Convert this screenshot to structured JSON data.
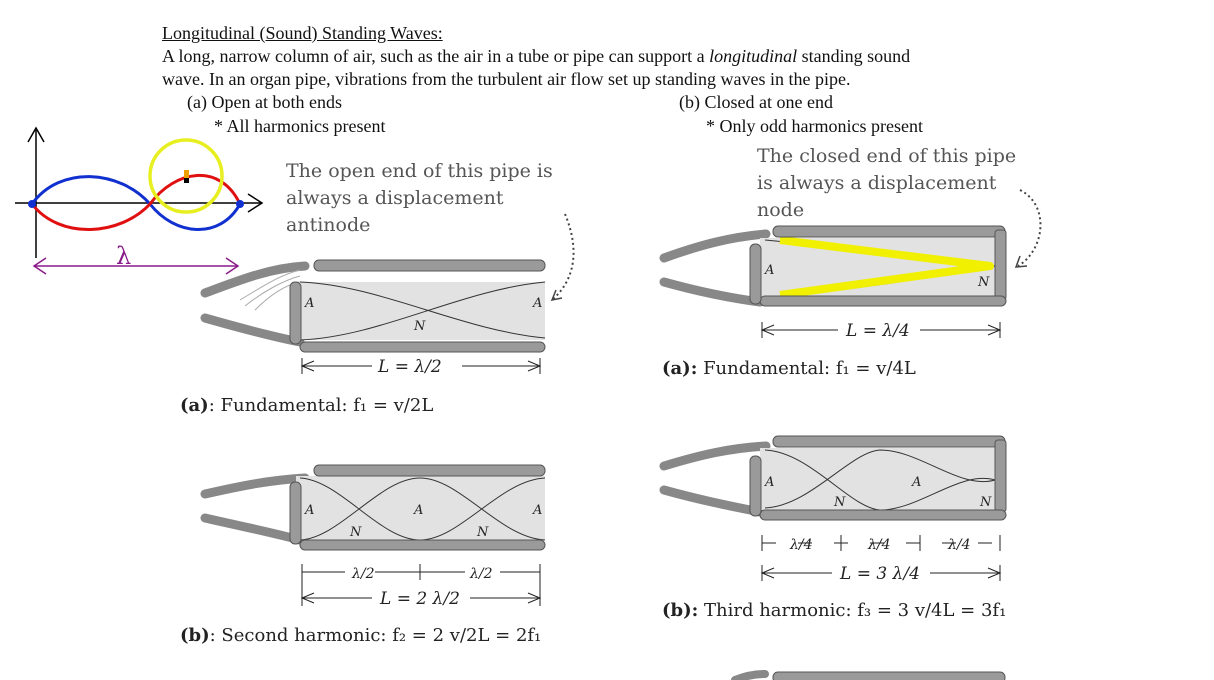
{
  "header": {
    "title": "Longitudinal (Sound) Standing Waves:",
    "line1_pre": "A long, narrow column of air, such as the air in a tube or pipe can support a ",
    "line1_em": "longitudinal",
    "line1_post": " standing sound",
    "line2": "wave. In an organ pipe, vibrations from the turbulent air flow set up standing waves in the pipe."
  },
  "left_section": {
    "heading": "(a) Open at both ends",
    "subheading": "* All harmonics present",
    "note": "The open end of this pipe is always a displacement antinode",
    "sketch_label": "λ",
    "fig_a": {
      "caption_bold": "(a)",
      "caption": ": Fundamental: f₁ = v/2L",
      "length": "L = λ/2",
      "labels": [
        "A",
        "N",
        "A"
      ]
    },
    "fig_b": {
      "caption_bold": "(b)",
      "caption": ": Second harmonic: f₂ = 2 v/2L = 2f₁",
      "length": "L = 2 λ/2",
      "segments": [
        "λ/2",
        "λ/2"
      ],
      "labels": [
        "A",
        "N",
        "A",
        "N",
        "A"
      ]
    }
  },
  "right_section": {
    "heading": "(b) Closed at one end",
    "subheading": "* Only odd harmonics present",
    "note": "The closed end of this pipe is always a displacement node",
    "fig_a": {
      "caption_bold": "(a):",
      "caption": " Fundamental: f₁ = v/4L",
      "length": "L = λ/4",
      "labels": [
        "A",
        "N"
      ]
    },
    "fig_b": {
      "caption_bold": "(b):",
      "caption": " Third harmonic: f₃ = 3 v/4L = 3f₁",
      "length": "L = 3 λ/4",
      "segments": [
        "λ/4",
        "λ/4",
        "λ/4"
      ],
      "labels": [
        "A",
        "N",
        "A",
        "N"
      ]
    }
  },
  "colors": {
    "pipe": "#9a9a9a",
    "fill": "#dcdcdc",
    "red": "#e01010",
    "blue": "#1030d0",
    "purple": "#8a1a8a",
    "yellow": "#f0f000",
    "highlight": "#e8ef20"
  }
}
